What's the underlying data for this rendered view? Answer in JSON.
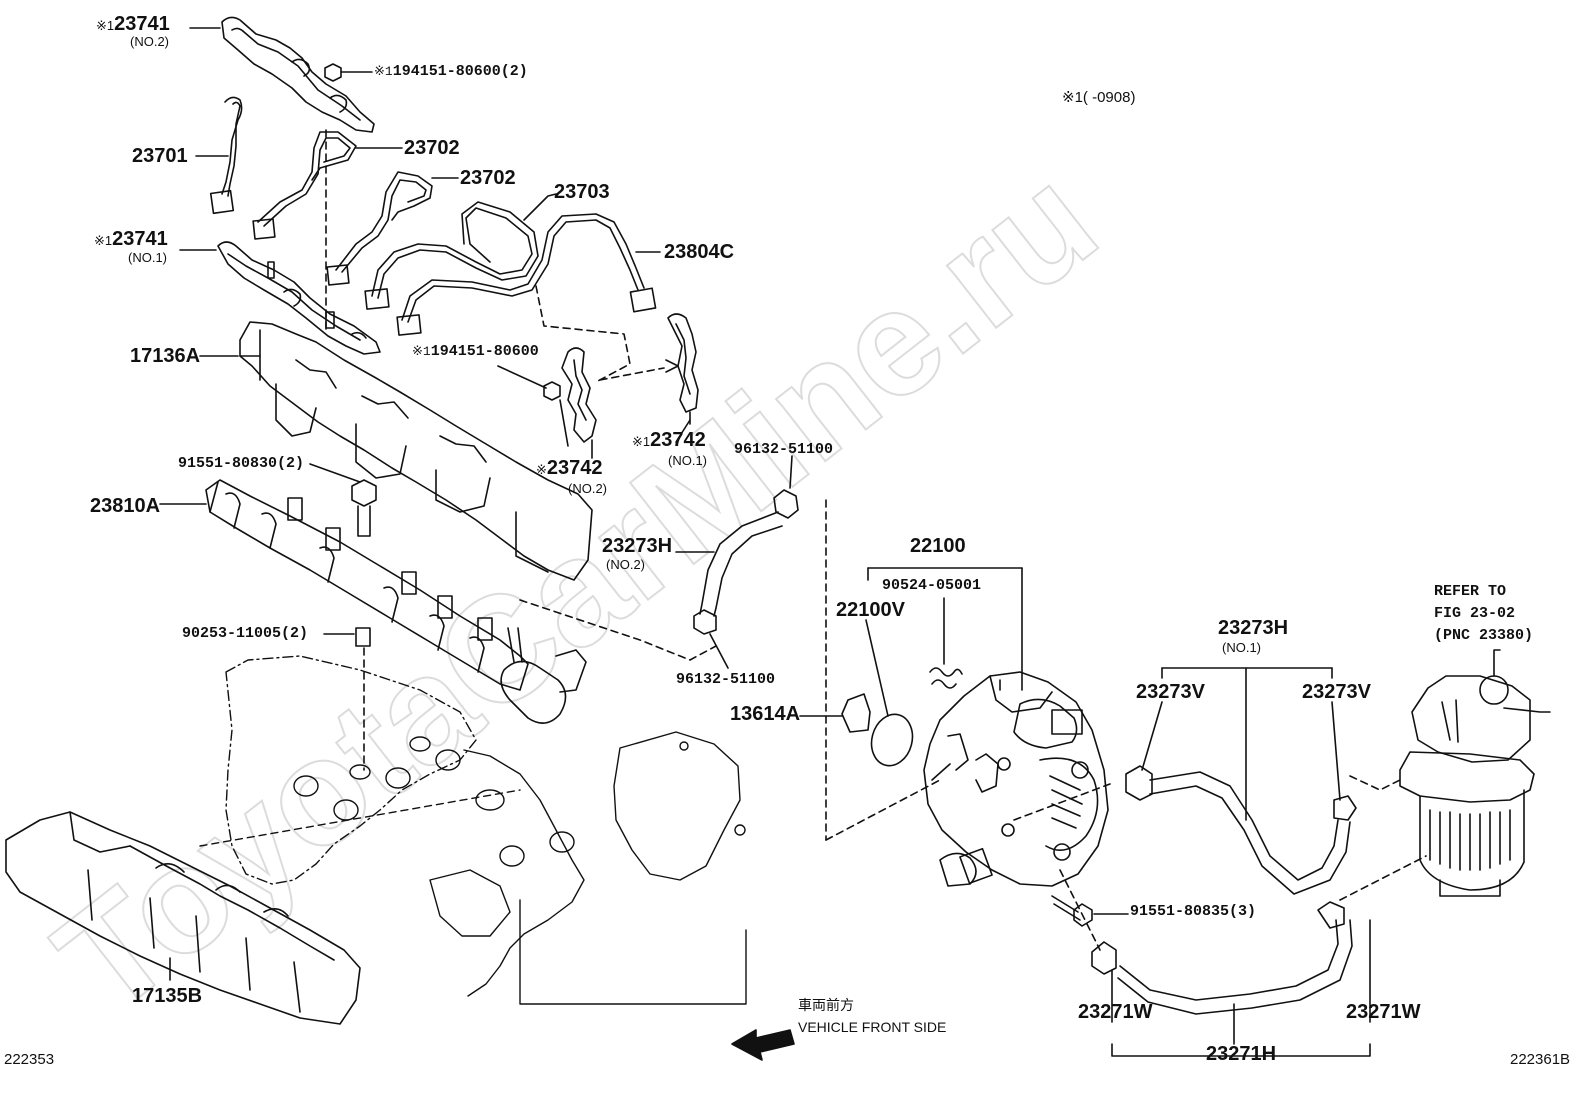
{
  "watermark": "ToyotaCarMine.ru",
  "note": "※1(      -0908)",
  "labels": {
    "p23741_no2": "23741",
    "p23741_no2_sub": "(NO.2)",
    "p194151_2": "194151-80600(2)",
    "p23701": "23701",
    "p23702_a": "23702",
    "p23702_b": "23702",
    "p23703": "23703",
    "p23741_no1": "23741",
    "p23741_no1_sub": "(NO.1)",
    "p23804c": "23804C",
    "p17136a": "17136A",
    "p194151": "194151-80600",
    "p23742_no1": "23742",
    "p23742_no1_sub": "(NO.1)",
    "p23742_no2": "23742",
    "p23742_no2_sub": "(NO.2)",
    "p96132_top": "96132-51100",
    "p91551_80830": "91551-80830(2)",
    "p23810a": "23810A",
    "p23273h_no2": "23273H",
    "p23273h_no2_sub": "(NO.2)",
    "p22100": "22100",
    "p90524": "90524-05001",
    "p22100v": "22100V",
    "p90253": "90253-11005(2)",
    "p23273h_no1": "23273H",
    "p23273h_no1_sub": "(NO.1)",
    "p23273v_l": "23273V",
    "p23273v_r": "23273V",
    "p96132_bot": "96132-51100",
    "p13614a": "13614A",
    "p91551_80835": "91551-80835(3)",
    "p17135b": "17135B",
    "p23271w_l": "23271W",
    "p23271w_r": "23271W",
    "p23271h": "23271H",
    "refer_1": "REFER TO",
    "refer_2": "FIG 23-02",
    "refer_3": "(PNC 23380)",
    "mark": "※1",
    "mark_single": "※"
  },
  "direction": {
    "jp": "車両前方",
    "en": "VEHICLE FRONT SIDE"
  },
  "corners": {
    "left": "222353",
    "right": "222361B"
  }
}
